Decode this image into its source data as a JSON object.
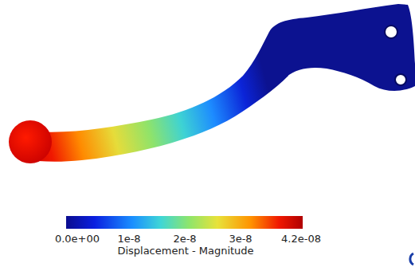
{
  "diagram": {
    "labels": [
      "0.0e+00",
      "1e-8",
      "2e-8",
      "3e-8",
      "4.2e-08",
      "Displacement - Magnitude"
    ]
  }
}
